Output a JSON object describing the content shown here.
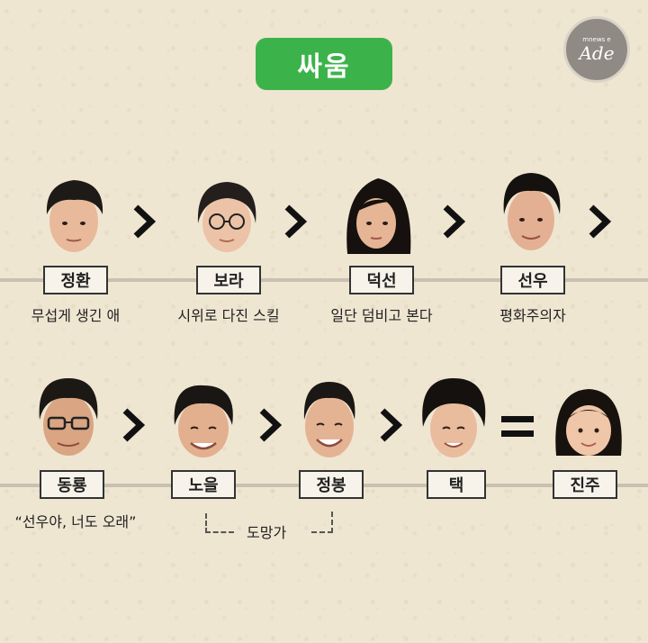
{
  "title": "싸움",
  "logo": {
    "small": "mnews e",
    "big": "Ade"
  },
  "row1": [
    {
      "name": "정환",
      "desc": "무섭게 생긴 애",
      "face": "face-junghwan",
      "hair": "#1d1a18"
    },
    {
      "name": "보라",
      "desc": "시위로 다진 스킬",
      "face": "face-bora",
      "hair": "#241f1c"
    },
    {
      "name": "덕선",
      "desc": "일단 덤비고 본다",
      "face": "face-deokseon",
      "hair": "#16110e"
    },
    {
      "name": "선우",
      "desc": "평화주의자",
      "face": "face-sunwoo",
      "hair": "#14110f"
    }
  ],
  "row2": [
    {
      "name": "동룡",
      "face": "face-dongryong",
      "hair": "#1c1814"
    },
    {
      "name": "노을",
      "face": "face-noeul",
      "hair": "#1a1613"
    },
    {
      "name": "정봉",
      "face": "face-jungbong",
      "hair": "#1b1714"
    },
    {
      "name": "택",
      "face": "face-taek",
      "hair": "#15110f"
    },
    {
      "name": "진주",
      "face": "face-jinju",
      "hair": "#17120e"
    }
  ],
  "dongryong_quote": "“선우야, 너도 오래”",
  "runaway_label": "도망가",
  "colors": {
    "badge": "#3cb34a",
    "line": "#c8c1b2",
    "background": "#efe6d2"
  }
}
